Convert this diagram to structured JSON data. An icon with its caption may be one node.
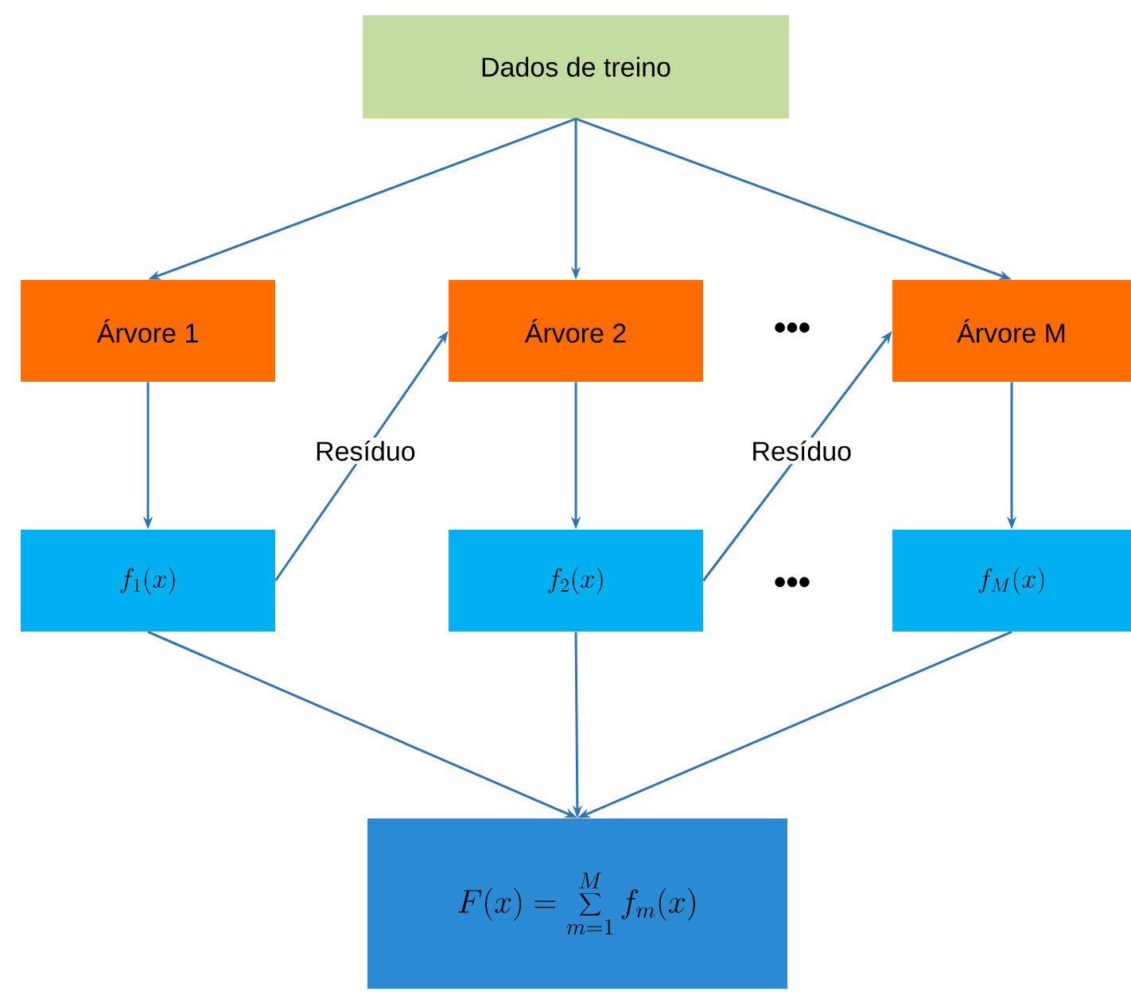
{
  "diagram": {
    "nodes": [
      {
        "text": [
          "Dados de treino"
        ]
      },
      {
        "text": [
          "Árvore 1"
        ]
      },
      {
        "text": [
          "Árvore 2"
        ]
      },
      {
        "text": [
          "Árvore M"
        ]
      },
      {
        "text": [
          "f_1(x)"
        ]
      },
      {
        "text": [
          "f_2(x)"
        ]
      },
      {
        "text": [
          "f_M(x)"
        ]
      },
      {
        "text": [
          "F(x) = \\sum_{m=1}^{M} f_m(x)"
        ]
      }
    ],
    "edges": [
      {
        "from": 0,
        "to": 1,
        "arrow": "to"
      },
      {
        "from": 0,
        "to": 2,
        "arrow": "to"
      },
      {
        "from": 0,
        "to": 3,
        "arrow": "to"
      },
      {
        "from": 1,
        "to": 4,
        "arrow": "to"
      },
      {
        "from": 2,
        "to": 5,
        "arrow": "to"
      },
      {
        "from": 3,
        "to": 6,
        "arrow": "to"
      },
      {
        "from": 4,
        "to": 2,
        "arrow": "to",
        "label": "Resíduo"
      },
      {
        "from": 5,
        "to": 3,
        "arrow": "to",
        "label": "Resíduo"
      },
      {
        "from": 4,
        "to": 7,
        "arrow": "to"
      },
      {
        "from": 5,
        "to": 7,
        "arrow": "to"
      },
      {
        "from": 6,
        "to": 7,
        "arrow": "to"
      }
    ],
    "labels": [
      "•••",
      "•••"
    ]
  }
}
